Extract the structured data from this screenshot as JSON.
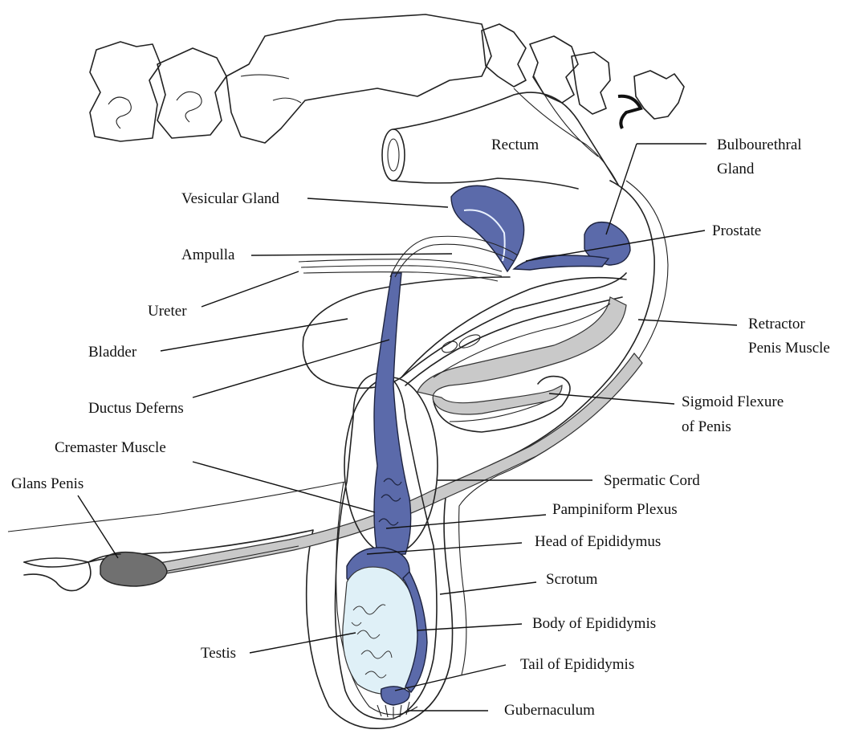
{
  "labels": {
    "rectum": "Rectum",
    "bulbourethral_gland_line1": "Bulbourethral",
    "bulbourethral_gland_line2": "Gland",
    "vesicular_gland": "Vesicular Gland",
    "prostate": "Prostate",
    "ampulla": "Ampulla",
    "ureter": "Ureter",
    "retractor_penis_muscle_line1": "Retractor",
    "retractor_penis_muscle_line2": "Penis Muscle",
    "bladder": "Bladder",
    "ductus_deferns": "Ductus Deferns",
    "sigmoid_flexure_line1": "Sigmoid Flexure",
    "sigmoid_flexure_line2": "of Penis",
    "cremaster_muscle": "Cremaster Muscle",
    "spermatic_cord": "Spermatic Cord",
    "glans_penis": "Glans Penis",
    "pampiniform_plexus": "Pampiniform Plexus",
    "head_of_epididymus": "Head of Epididymus",
    "scrotum": "Scrotum",
    "body_of_epididymis": "Body of Epididymis",
    "testis": "Testis",
    "tail_of_epididymis": "Tail of Epididymis",
    "gubernaculum": "Gubernaculum"
  },
  "colors": {
    "gland_blue": "#5b6aaa",
    "testis_light_blue": "#dff0f7",
    "penis_grey": "#c9c9c9",
    "glans_dark_grey": "#707070",
    "outline": "#222222"
  }
}
